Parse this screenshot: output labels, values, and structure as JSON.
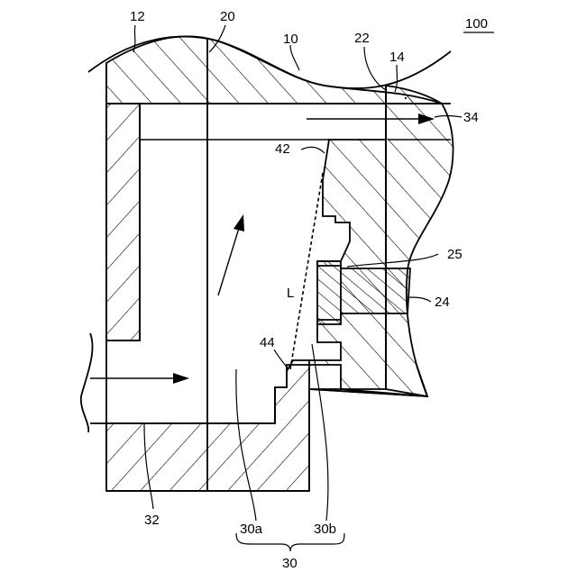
{
  "figure": {
    "labels": {
      "ref_100": "100",
      "ref_12": "12",
      "ref_20": "20",
      "ref_10": "10",
      "ref_22": "22",
      "ref_14": "14",
      "ref_34": "34",
      "ref_42": "42",
      "ref_25": "25",
      "ref_24": "24",
      "ref_L": "L",
      "ref_44": "44",
      "ref_32": "32",
      "ref_30a": "30a",
      "ref_30b": "30b",
      "ref_30": "30"
    },
    "colors": {
      "line": "#000000",
      "background": "#ffffff"
    }
  }
}
